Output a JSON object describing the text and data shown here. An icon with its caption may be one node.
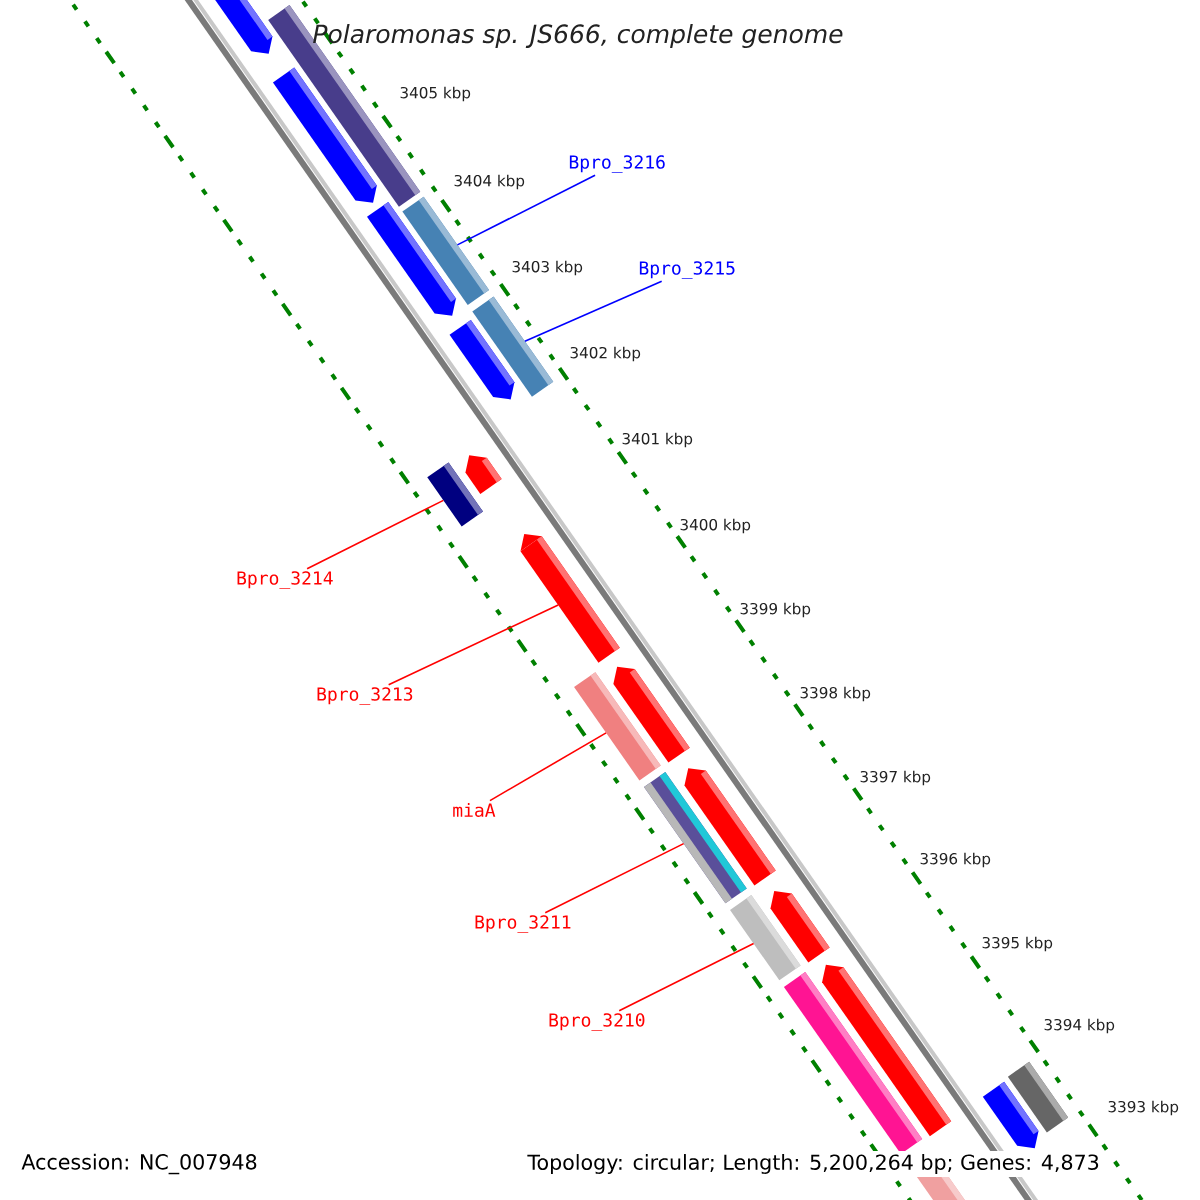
{
  "diagram": {
    "title": "Polaromonas sp. JS666, complete genome",
    "nodes": [
      {
        "text": [
          "Bpro_3216"
        ]
      },
      {
        "text": [],
        "shape": "bar"
      },
      {
        "text": [
          "Bpro_3215"
        ]
      },
      {
        "text": [],
        "shape": "bar"
      },
      {
        "text": [
          "Bpro_3214"
        ]
      },
      {
        "text": [],
        "shape": "bar"
      },
      {
        "text": [
          "Bpro_3213"
        ]
      },
      {
        "text": [],
        "shape": "bar"
      },
      {
        "text": [
          "miaA"
        ]
      },
      {
        "text": [],
        "shape": "bar"
      },
      {
        "text": [
          "Bpro_3211"
        ]
      },
      {
        "text": [],
        "shape": "bar"
      },
      {
        "text": [
          "Bpro_3210"
        ]
      },
      {
        "text": [],
        "shape": "bar"
      }
    ],
    "edges": [
      {
        "from": 0,
        "to": 1,
        "arrow": "none",
        "color": "#0000ff"
      },
      {
        "from": 2,
        "to": 3,
        "arrow": "none",
        "color": "#0000ff"
      },
      {
        "from": 4,
        "to": 5,
        "arrow": "none"
      },
      {
        "from": 6,
        "to": 7,
        "arrow": "none"
      },
      {
        "from": 8,
        "to": 9,
        "arrow": "none"
      },
      {
        "from": 10,
        "to": 11,
        "arrow": "none"
      },
      {
        "from": 12,
        "to": 13,
        "arrow": "none"
      }
    ],
    "labels": [
      "3405 kbp",
      "3404 kbp",
      "3403 kbp",
      "3402 kbp",
      "3401 kbp",
      "3400 kbp",
      "3399 kbp",
      "3398 kbp",
      "3397 kbp",
      "3396 kbp",
      "3395 kbp",
      "3394 kbp",
      "3393 kbp",
      "Accession: NC_007948",
      "Topology: circular; Length: 5,200,264 bp; Genes: 4,873"
    ]
  }
}
